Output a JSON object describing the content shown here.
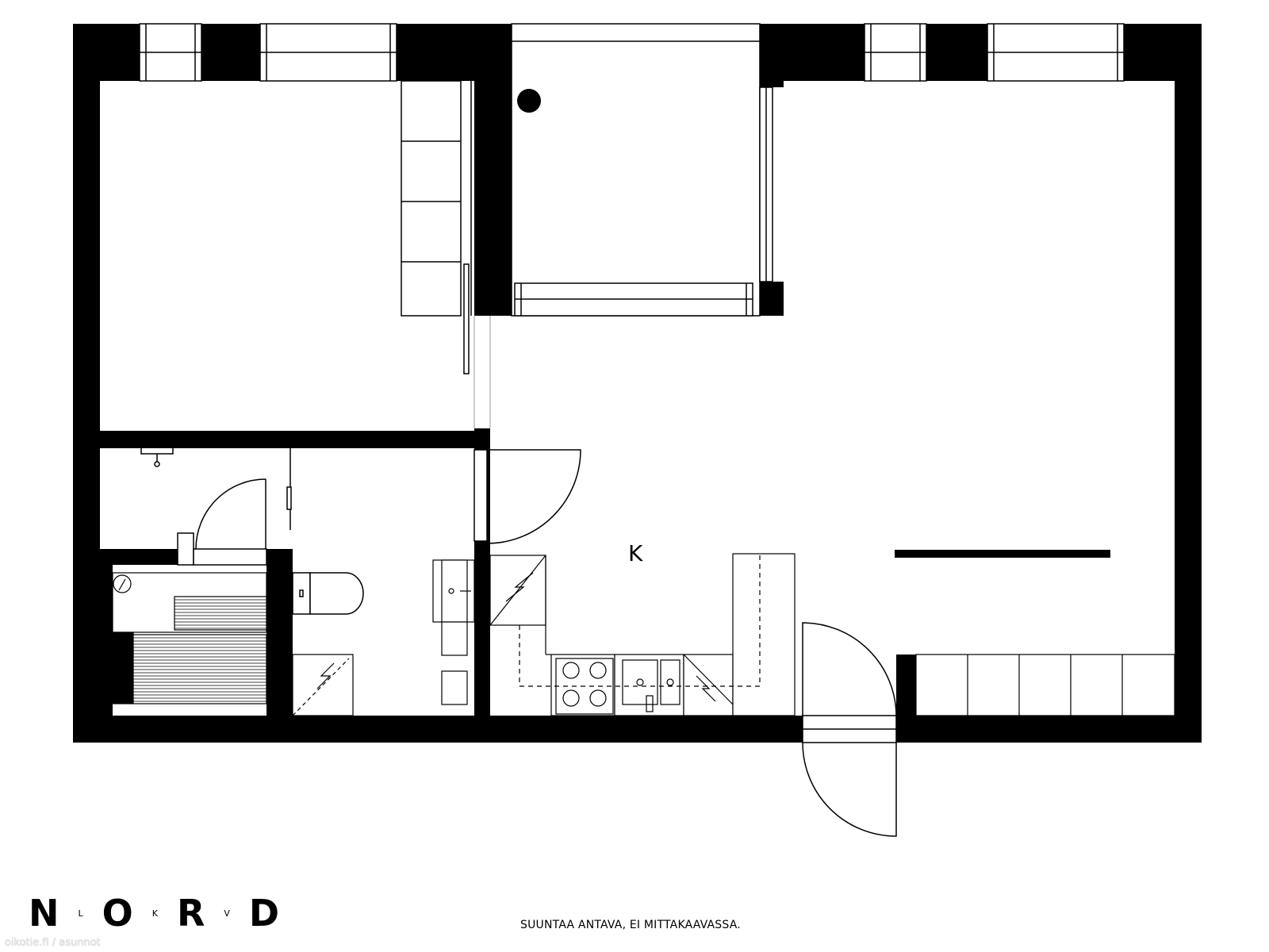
{
  "plan": {
    "room_label": "K"
  },
  "footer": {
    "disclaimer": "SUUNTAA ANTAVA, EI MITTAKAAVASSA.",
    "logo": {
      "letters": [
        "N",
        "L",
        "O",
        "K",
        "R",
        "V",
        "D"
      ]
    },
    "watermark": "oikotie.fi / asunnot"
  }
}
